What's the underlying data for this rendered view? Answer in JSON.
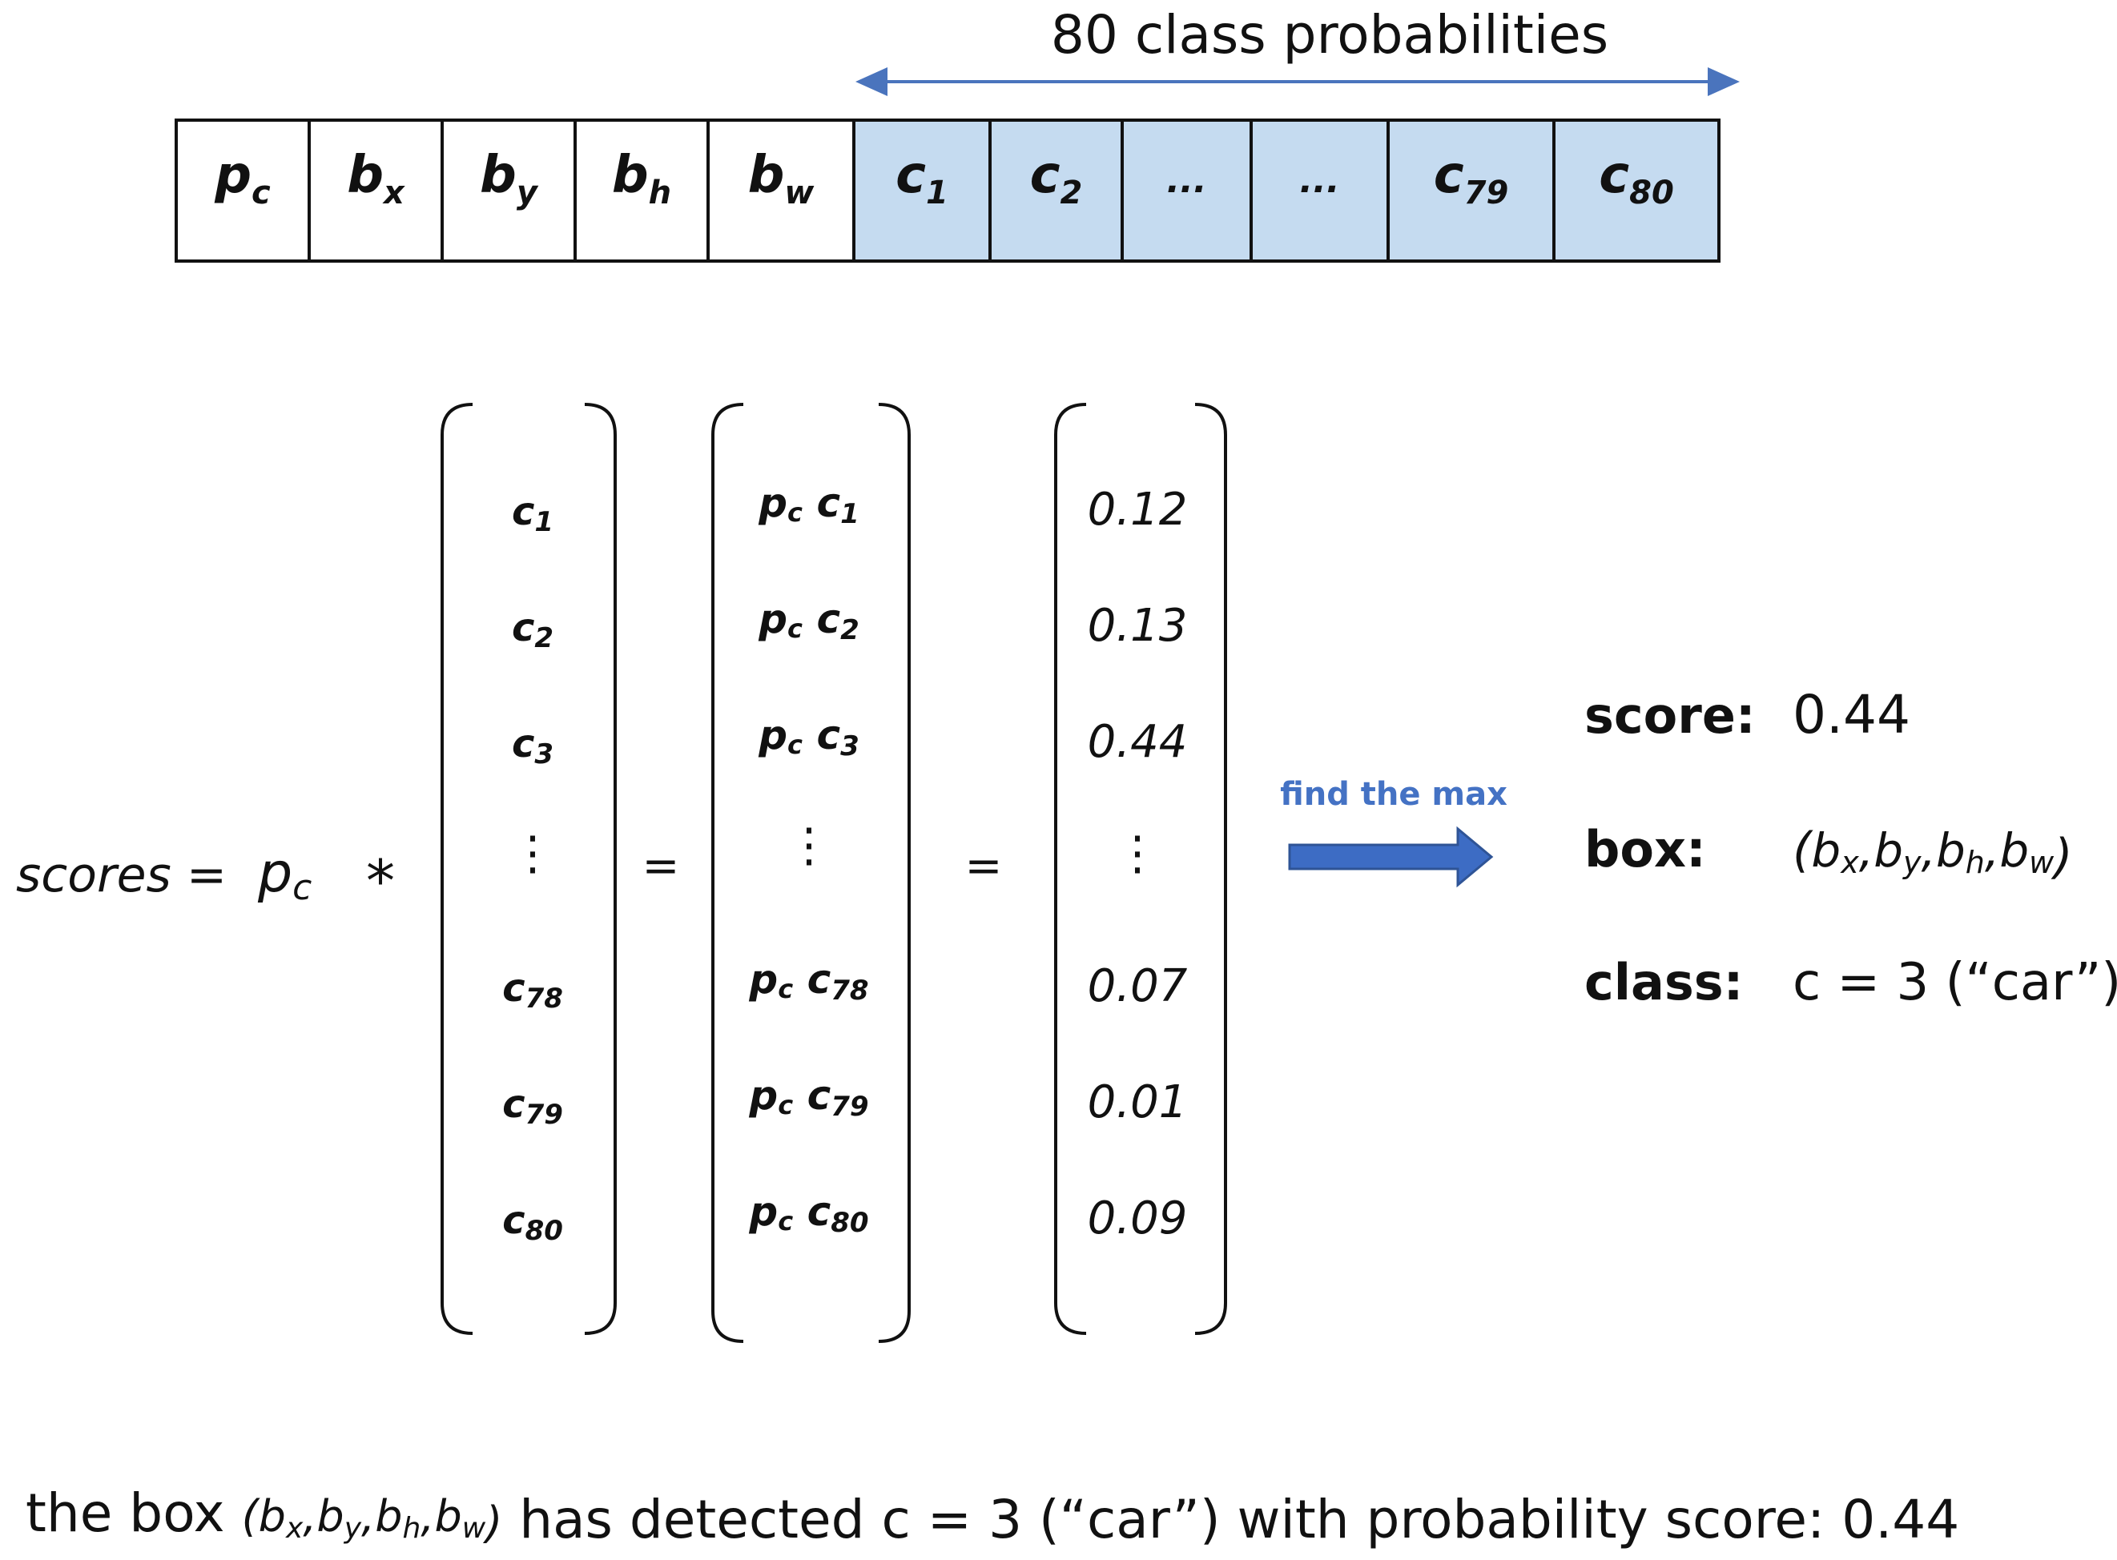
{
  "header": {
    "title": "80 class probabilities"
  },
  "vector": {
    "cells": [
      {
        "base": "p",
        "sub": "c"
      },
      {
        "base": "b",
        "sub": "x"
      },
      {
        "base": "b",
        "sub": "y"
      },
      {
        "base": "b",
        "sub": "h"
      },
      {
        "base": "b",
        "sub": "w"
      },
      {
        "base": "c",
        "sub": "1"
      },
      {
        "base": "c",
        "sub": "2"
      },
      {
        "base": "...",
        "sub": ""
      },
      {
        "base": "...",
        "sub": ""
      },
      {
        "base": "c",
        "sub": "79"
      },
      {
        "base": "c",
        "sub": "80"
      }
    ]
  },
  "equation": {
    "lhs_label": "scores =",
    "lhs_factor": {
      "base": "p",
      "sub": "c"
    },
    "times_symbol": "*",
    "equals_symbol": "=",
    "vdots_symbol": "⋮",
    "class_column": [
      {
        "base": "c",
        "sub": "1"
      },
      {
        "base": "c",
        "sub": "2"
      },
      {
        "base": "c",
        "sub": "3"
      },
      {
        "base": "",
        "sub": ""
      },
      {
        "base": "c",
        "sub": "78"
      },
      {
        "base": "c",
        "sub": "79"
      },
      {
        "base": "c",
        "sub": "80"
      }
    ],
    "product_column": [
      {
        "p": "p",
        "psub": "c",
        "c": "c",
        "csub": "1"
      },
      {
        "p": "p",
        "psub": "c",
        "c": "c",
        "csub": "2"
      },
      {
        "p": "p",
        "psub": "c",
        "c": "c",
        "csub": "3"
      },
      {
        "p": "",
        "psub": "",
        "c": "",
        "csub": ""
      },
      {
        "p": "p",
        "psub": "c",
        "c": "c",
        "csub": "78"
      },
      {
        "p": "p",
        "psub": "c",
        "c": "c",
        "csub": "79"
      },
      {
        "p": "p",
        "psub": "c",
        "c": "c",
        "csub": "80"
      }
    ],
    "score_column": [
      "0.12",
      "0.13",
      "0.44",
      "",
      "0.07",
      "0.01",
      "0.09"
    ]
  },
  "arrow": {
    "label": "find the max"
  },
  "result": {
    "score_label": "score:",
    "score_value": "0.44",
    "box_label": "box:",
    "box_value": {
      "open": "(",
      "close": ")",
      "parts": [
        {
          "base": "b",
          "sub": "x"
        },
        {
          "base": "b",
          "sub": "y"
        },
        {
          "base": "b",
          "sub": "h"
        },
        {
          "base": "b",
          "sub": "w"
        }
      ],
      "sep": ","
    },
    "class_label": "class:",
    "class_value": "c = 3 (“car”)"
  },
  "caption": {
    "prefix": "the box",
    "box": {
      "open": "(",
      "close": ")",
      "parts": [
        {
          "base": "b",
          "sub": "x"
        },
        {
          "base": "b",
          "sub": "y"
        },
        {
          "base": "b",
          "sub": "h"
        },
        {
          "base": "b",
          "sub": "w"
        }
      ],
      "sep": ","
    },
    "suffix": "has detected c = 3 (“car”) with probability score: 0.44"
  },
  "colors": {
    "class_cell_fill": "#c5dbf0",
    "arrow_blue": "#4a74bd",
    "arrow_fill": "#3d6cc4",
    "arrow_stroke": "#2f5496",
    "label_blue": "#4472c4"
  }
}
